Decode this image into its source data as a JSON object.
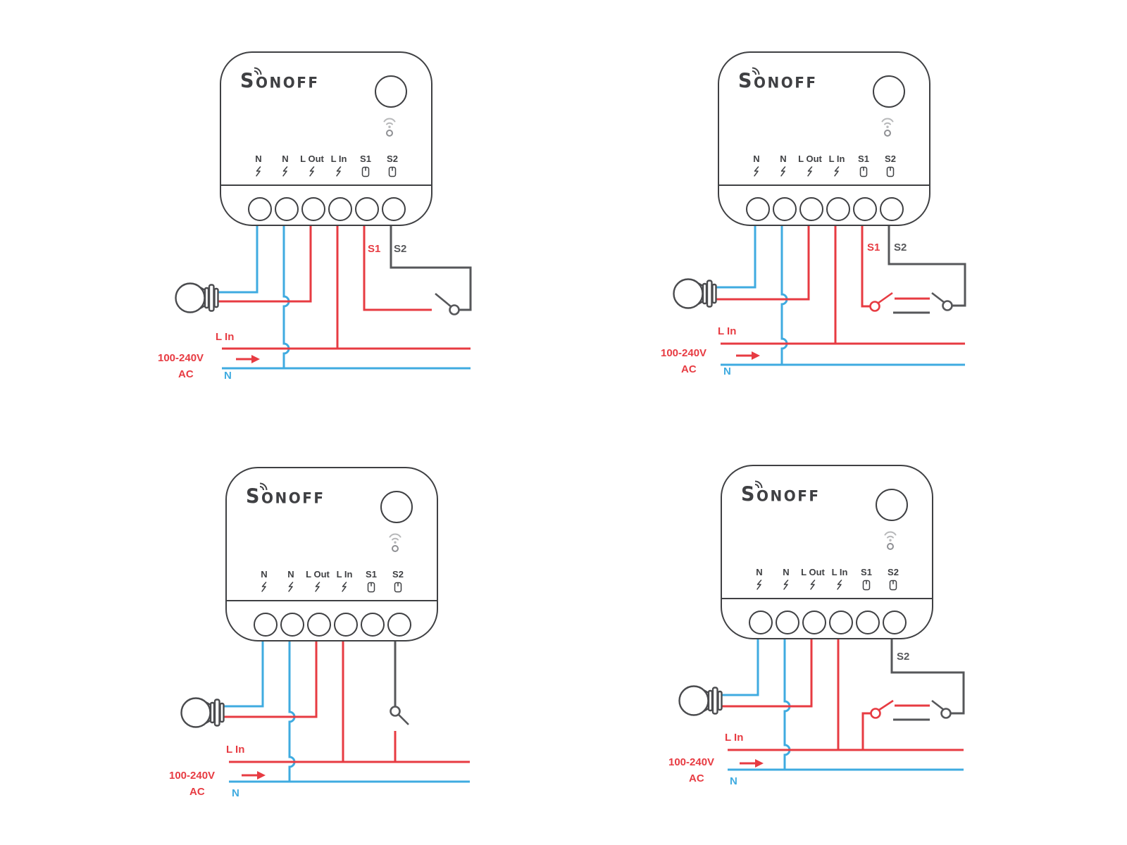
{
  "colors": {
    "red": "#e73b42",
    "blue": "#3fabe0",
    "gray": "#56575a",
    "dark": "#3f4043",
    "wifi_light": "#b7b8ba",
    "wifi_ring": "#8f9094"
  },
  "device": {
    "brand": "SONOFF",
    "terminals": [
      {
        "label": "N",
        "icon": "lightning-icon"
      },
      {
        "label": "N",
        "icon": "lightning-icon"
      },
      {
        "label": "L Out",
        "icon": "lightning-icon"
      },
      {
        "label": "L In",
        "icon": "lightning-icon"
      },
      {
        "label": "S1",
        "icon": "dry-contact-icon"
      },
      {
        "label": "S2",
        "icon": "dry-contact-icon"
      }
    ]
  },
  "power": {
    "voltage": "100-240V",
    "current_type": "AC",
    "line_label": "L In",
    "neutral_label": "N"
  },
  "diagrams": [
    {
      "id": "top-left-single-switch",
      "switch_labels": {
        "s1": "S1",
        "s2": "S2"
      }
    },
    {
      "id": "top-right-two-way-switches",
      "switch_labels": {
        "s1": "S1",
        "s2": "S2"
      }
    },
    {
      "id": "bottom-left-pull-switch",
      "switch_labels": {}
    },
    {
      "id": "bottom-right-two-way-switches",
      "switch_labels": {
        "s2": "S2"
      }
    }
  ],
  "icons": {
    "signal-arcs-icon": "radio signal arcs on logo",
    "wifi-indicator-icon": "wifi status mark with led dot",
    "pairing-button": "round reset/pairing button",
    "lightning-icon": "mains voltage bolt",
    "dry-contact-icon": "dry contact switch terminal",
    "light-bulb-icon": "lamp load",
    "current-flow-arrow-icon": "current direction arrow",
    "wall-switch-icon": "external wall switch"
  }
}
